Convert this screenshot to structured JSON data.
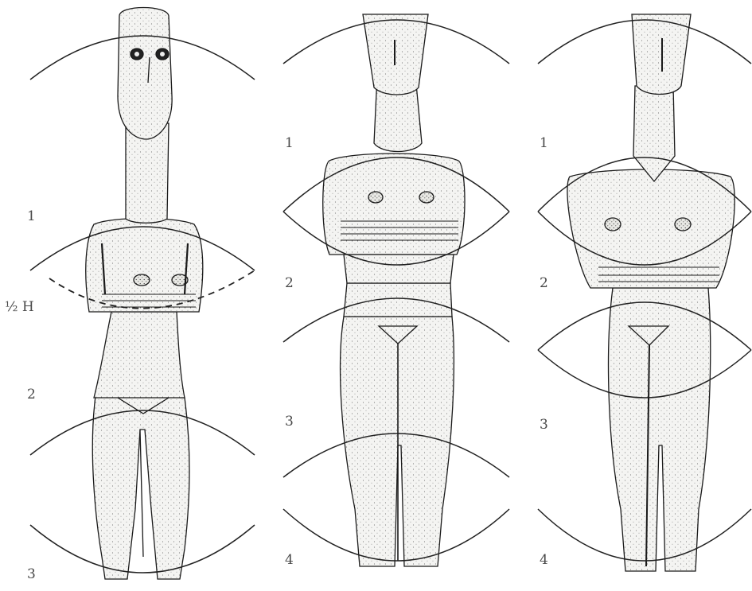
{
  "figures": [
    {
      "id": "figure-1",
      "labels": [
        "1",
        "½ H",
        "2",
        "3"
      ]
    },
    {
      "id": "figure-2",
      "labels": [
        "1",
        "2",
        "3",
        "4"
      ]
    },
    {
      "id": "figure-3",
      "labels": [
        "1",
        "2",
        "3",
        "4"
      ]
    }
  ],
  "colors": {
    "ink": "#1a1a1a",
    "stone": "#f3f3f1",
    "label": "#4a4a4a"
  }
}
